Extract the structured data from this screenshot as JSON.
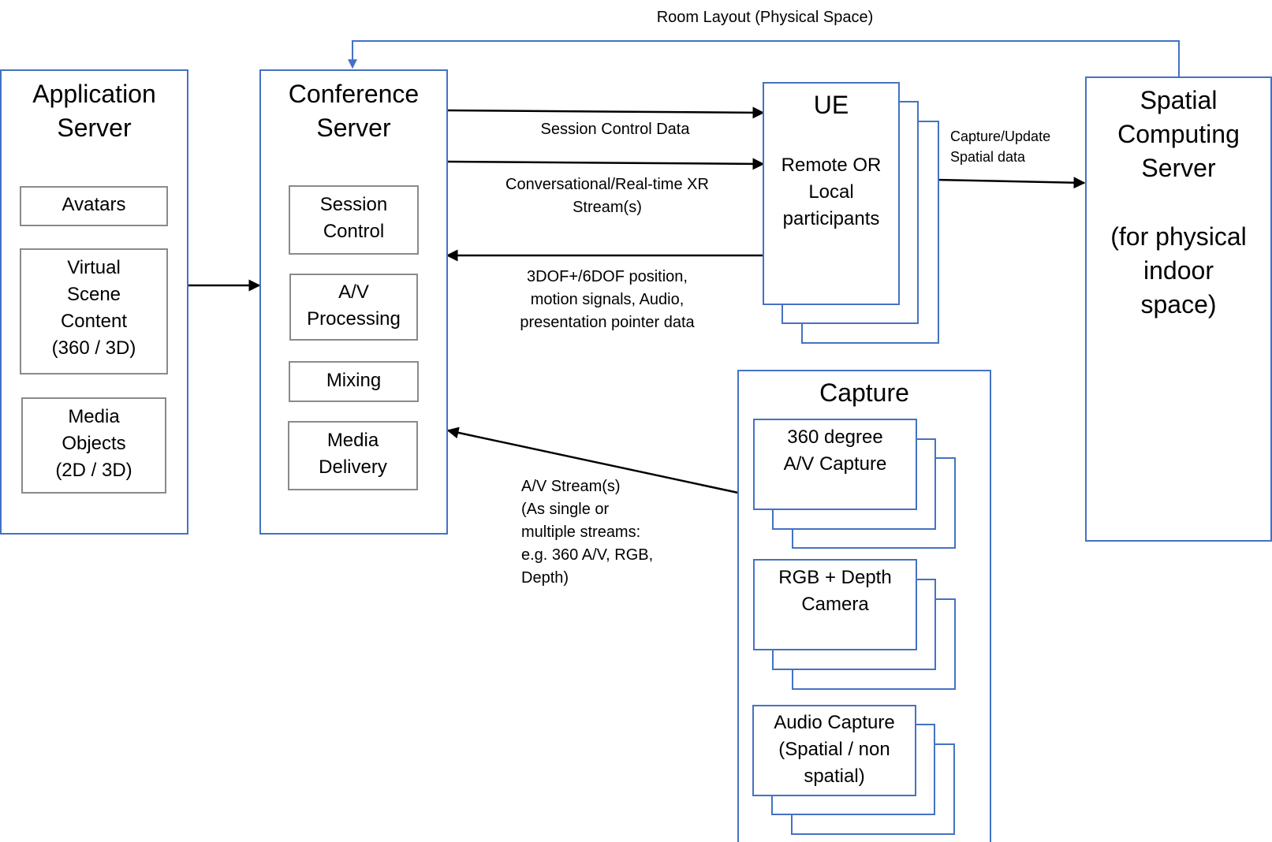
{
  "colors": {
    "box_border": "#4472C4",
    "inner_box_border": "#8a8a8a",
    "arrow": "#000000",
    "feedback_line": "#4472C4"
  },
  "application_server": {
    "title": "Application\nServer",
    "items": [
      "Avatars",
      "Virtual\nScene\nContent\n(360 / 3D)",
      "Media\nObjects\n(2D / 3D)"
    ]
  },
  "conference_server": {
    "title": "Conference\nServer",
    "items": [
      "Session\nControl",
      "A/V\nProcessing",
      "Mixing",
      "Media\nDelivery"
    ]
  },
  "ue": {
    "title": "UE",
    "subtitle": "Remote OR\nLocal\nparticipants"
  },
  "spatial_server": {
    "title": "Spatial\nComputing\nServer\n\n(for physical\nindoor\nspace)"
  },
  "capture": {
    "title": "Capture",
    "items": [
      "360 degree\nA/V Capture",
      "RGB + Depth\nCamera",
      "Audio Capture\n(Spatial / non\nspatial)"
    ]
  },
  "labels": {
    "room_layout": "Room Layout (Physical Space)",
    "session_control_data": "Session Control Data",
    "xr_streams": "Conversational/Real-time XR\nStream(s)",
    "dof_signals": "3DOF+/6DOF position,\nmotion signals, Audio,\npresentation pointer data",
    "capture_update": "Capture/Update\nSpatial data",
    "av_streams": "A/V Stream(s)\n(As single or\nmultiple streams:\ne.g. 360 A/V, RGB,\nDepth)"
  }
}
